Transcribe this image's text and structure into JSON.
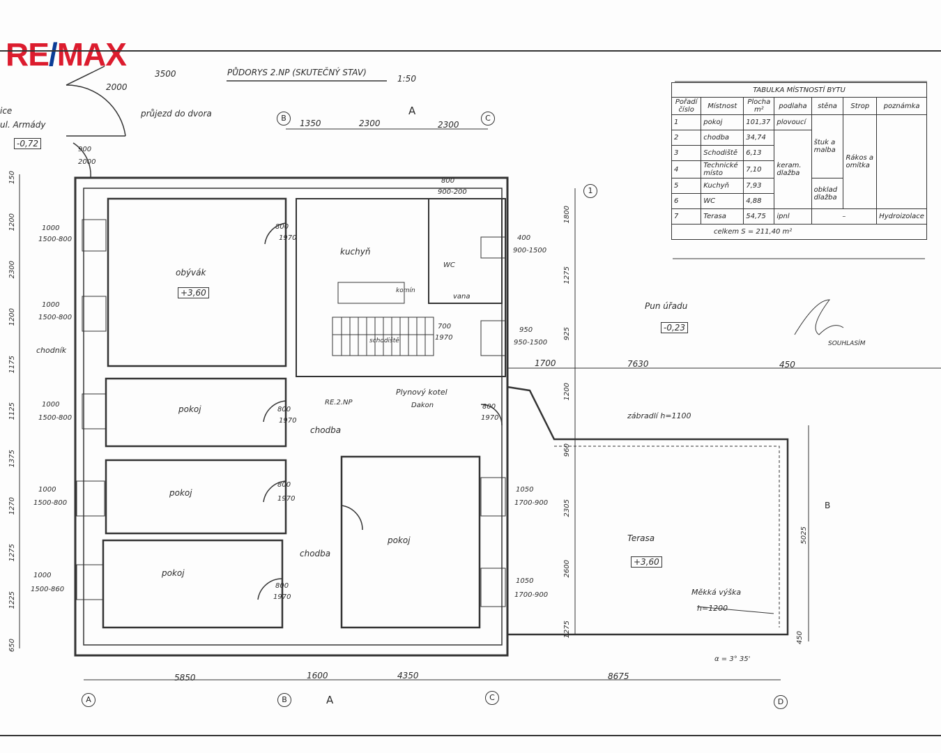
{
  "logo": {
    "left": "RE",
    "slash": "/",
    "right": "MAX",
    "brand_red": "#dc1c2e",
    "brand_blue": "#0a3c96"
  },
  "plan": {
    "title": "PŮDORYS 2.NP (SKUTEČNÝ STAV)",
    "scale": "1:50",
    "approval": "SOUHLASÍM",
    "section_a": "A",
    "section_b": "B",
    "axes": [
      "A",
      "B",
      "C",
      "D",
      "1"
    ],
    "labels": {
      "entrance": "průjezd do dvora",
      "street": "ul. Armády",
      "street_prefix": "ice",
      "street_level": "-0,72",
      "neighbour": "Pun úřadu",
      "neighbour_level": "-0,23",
      "bedroom": "obývák",
      "bedroom_level": "+3,60",
      "kitchen": "kuchyň",
      "wc": "WC",
      "bath": "vana",
      "chimney": "komín",
      "stairs": "schodiště",
      "room1": "pokoj",
      "room2": "pokoj",
      "room3": "pokoj",
      "room4": "pokoj",
      "corridor1": "chodba",
      "corridor2": "chodba",
      "gas": "Plynový kotel",
      "gas2": "Dakon",
      "terrace": "Terasa",
      "terrace_level": "+3,60",
      "railing": "zábradlí h=1100",
      "parapet": "Měkká výška",
      "parapet_h": "h=1200",
      "angle": "α = 3° 35'",
      "sidewalk": "chodník",
      "re": "RE.2.NP"
    },
    "dimensions": {
      "top": [
        "1350",
        "2300",
        "2300"
      ],
      "bottom": [
        "5850",
        "1600",
        "4350",
        "8675"
      ],
      "mid": [
        "7630",
        "450",
        "1700"
      ],
      "gate": [
        "3500",
        "2000",
        "900",
        "2000"
      ],
      "left_windows": [
        "1000",
        "1500-800",
        "1000",
        "1500-800",
        "1000",
        "1500-800",
        "1000",
        "1500-800",
        "1000",
        "1500-860"
      ],
      "doors": [
        "800",
        "1970",
        "800",
        "1970",
        "800",
        "1970",
        "800",
        "1970",
        "800",
        "1970",
        "700",
        "1970"
      ],
      "right_windows": [
        "400",
        "900-1500",
        "950",
        "950-1500",
        "1050",
        "1700-900",
        "1050",
        "1700-900"
      ],
      "kitchen_window": [
        "800",
        "900-200"
      ],
      "left_chain": [
        "650",
        "1225",
        "1275",
        "1270",
        "1375",
        "1125",
        "1175",
        "1200",
        "2300",
        "1200",
        "150"
      ],
      "right_chain": [
        "1800",
        "1275",
        "925",
        "1200",
        "960",
        "2305",
        "2600",
        "1275",
        "5025",
        "450"
      ]
    },
    "room_table": {
      "title": "TABULKA MÍSTNOSTÍ BYTU",
      "headers": [
        "Pořadí číslo",
        "Místnost",
        "Plocha m²",
        "podlaha",
        "stěna",
        "Strop",
        "poznámka"
      ],
      "rows": [
        {
          "no": "1",
          "room": "pokoj",
          "area": "101,37",
          "floor": "plovoucí",
          "wall": "",
          "ceiling": "",
          "note": ""
        },
        {
          "no": "2",
          "room": "chodba",
          "area": "34,74",
          "floor": "keram. dlažba",
          "wall": "štuk a malba",
          "ceiling": "Rákos a omítka",
          "note": ""
        },
        {
          "no": "3",
          "room": "Schodiště",
          "area": "6,13"
        },
        {
          "no": "4",
          "room": "Technické místo",
          "area": "7,10"
        },
        {
          "no": "5",
          "room": "Kuchyň",
          "area": "7,93",
          "wall": "obklad dlažba"
        },
        {
          "no": "6",
          "room": "WC",
          "area": "4,88"
        },
        {
          "no": "7",
          "room": "Terasa",
          "area": "54,75",
          "floor": "ipnl",
          "wall": "–",
          "note": "Hydroizolace"
        }
      ],
      "total": "celkem S = 211,40 m²"
    }
  }
}
